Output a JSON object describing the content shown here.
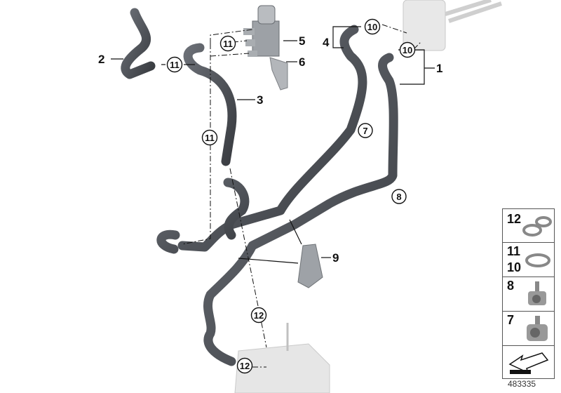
{
  "diagram": {
    "callouts": [
      {
        "id": "1",
        "label": "1",
        "style": "plain"
      },
      {
        "id": "2",
        "label": "2",
        "style": "plain"
      },
      {
        "id": "3",
        "label": "3",
        "style": "plain"
      },
      {
        "id": "4",
        "label": "4",
        "style": "plain"
      },
      {
        "id": "5",
        "label": "5",
        "style": "plain"
      },
      {
        "id": "6",
        "label": "6",
        "style": "plain"
      },
      {
        "id": "7",
        "label": "7",
        "style": "circled"
      },
      {
        "id": "8",
        "label": "8",
        "style": "circled"
      },
      {
        "id": "9",
        "label": "9",
        "style": "plain"
      },
      {
        "id": "10a",
        "label": "10",
        "style": "circled"
      },
      {
        "id": "10b",
        "label": "10",
        "style": "circled"
      },
      {
        "id": "11a",
        "label": "11",
        "style": "circled"
      },
      {
        "id": "11b",
        "label": "11",
        "style": "circled"
      },
      {
        "id": "11c",
        "label": "11",
        "style": "circled"
      },
      {
        "id": "12a",
        "label": "12",
        "style": "circled"
      },
      {
        "id": "12b",
        "label": "12",
        "style": "circled"
      }
    ],
    "parts": [
      "coolant-hose-1",
      "coolant-hose-2",
      "coolant-hose-3",
      "coolant-hose-4",
      "coolant-valve-5",
      "bracket-6",
      "coolant-line-7",
      "coolant-line-8",
      "holder-9",
      "hose-clamp-10",
      "hose-clamp-11",
      "hose-clamp-12"
    ]
  },
  "legend": {
    "items": [
      {
        "labels": [
          "12"
        ],
        "icon": "hose-clamp-double"
      },
      {
        "labels": [
          "11",
          "10"
        ],
        "icon": "hose-clamp-spring"
      },
      {
        "labels": [
          "8"
        ],
        "icon": "pipe-clip-stud"
      },
      {
        "labels": [
          "7"
        ],
        "icon": "pipe-clip-tall"
      },
      {
        "labels": [],
        "icon": "direction-arrow"
      }
    ]
  },
  "reference_number": "483335"
}
